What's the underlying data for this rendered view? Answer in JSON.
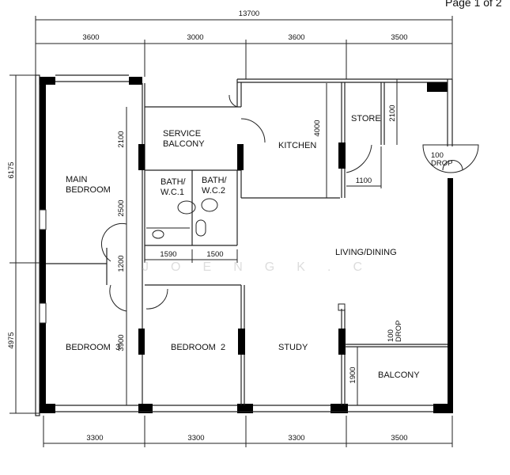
{
  "page_indicator": "Page 1 of 2",
  "overall_dimensions": {
    "total_width": "13700",
    "top": [
      "3600",
      "3000",
      "3600",
      "3500"
    ],
    "bottom": [
      "3300",
      "3300",
      "3300",
      "3500"
    ],
    "left": [
      "6175",
      "4975"
    ]
  },
  "inner_dimensions": {
    "main_bedroom_2100": "2100",
    "main_bedroom_2500": "2500",
    "corridor_1200": "1200",
    "bedroom3_3900": "3900",
    "kitchen_4000": "4000",
    "store_2100": "2100",
    "store_1100": "1100",
    "bath1_1590": "1590",
    "bath2_1500": "1500",
    "balcony_1900": "1900"
  },
  "rooms": {
    "service_balcony": [
      "SERVICE",
      "BALCONY"
    ],
    "kitchen": "KITCHEN",
    "store": "STORE",
    "main_bedroom": [
      "MAIN",
      "BEDROOM"
    ],
    "bath1": [
      "BATH/",
      "W.C.1"
    ],
    "bath2": [
      "BATH/",
      "W.C.2"
    ],
    "living_dining": "LIVING/DINING",
    "bedroom3": "BEDROOM  3",
    "bedroom2": "BEDROOM  2",
    "study": "STUDY",
    "balcony": "BALCONY"
  },
  "drop_notes": {
    "living": [
      "100",
      "DROP"
    ],
    "balcony": [
      "100",
      "DROP"
    ]
  },
  "watermark": "J O E N G K . C"
}
